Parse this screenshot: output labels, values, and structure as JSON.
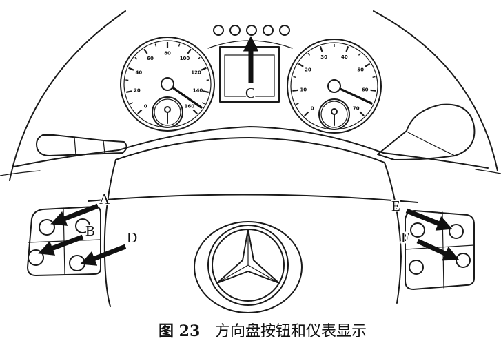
{
  "figure": {
    "caption_number": "图 23",
    "caption_text": "方向盘按钮和仪表显示"
  },
  "labels": {
    "a": "A",
    "b": "B",
    "c": "C",
    "d": "D",
    "e": "E",
    "f": "F"
  },
  "speedometer": {
    "ticks": [
      "0",
      "20",
      "40",
      "60",
      "80",
      "100",
      "120",
      "140",
      "160"
    ]
  },
  "tachometer": {
    "ticks": [
      "0",
      "10",
      "20",
      "30",
      "40",
      "50",
      "60",
      "70"
    ]
  }
}
